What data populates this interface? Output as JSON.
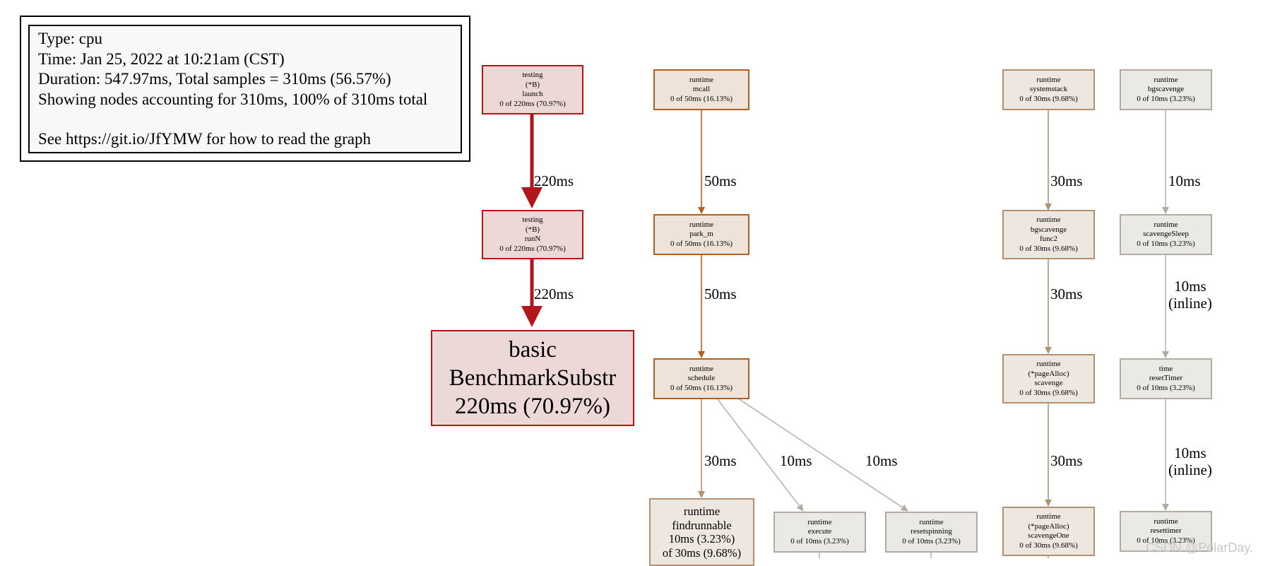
{
  "legend": {
    "type": "Type: cpu",
    "time": "Time: Jan 25, 2022 at 10:21am (CST)",
    "duration": "Duration: 547.97ms, Total samples = 310ms (56.57%)",
    "showing": "Showing nodes accounting for 310ms, 100% of 310ms total",
    "help": "See https://git.io/JfYMW for how to read the graph"
  },
  "colors": {
    "red_fill": "#edd8d8",
    "red_line": "#b2161a",
    "orange_fill": "#ede3d9",
    "orange_line": "#b25f20",
    "tan_fill": "#ede7e0",
    "tan_line": "#b29272",
    "gray_fill": "#ebe9e6",
    "gray_line": "#b2ab9f"
  },
  "nodes": {
    "testing_launch": {
      "l1": "testing",
      "l2": "(*B)",
      "l3": "launch",
      "l4": "0 of 220ms (70.97%)"
    },
    "testing_runN": {
      "l1": "testing",
      "l2": "(*B)",
      "l3": "runN",
      "l4": "0 of 220ms (70.97%)"
    },
    "basic_bench": {
      "l1": "basic",
      "l2": "BenchmarkSubstr",
      "l3": "220ms (70.97%)"
    },
    "runtime_mcall": {
      "l1": "runtime",
      "l2": "mcall",
      "l3": "0 of 50ms (16.13%)"
    },
    "runtime_park_m": {
      "l1": "runtime",
      "l2": "park_m",
      "l3": "0 of 50ms (16.13%)"
    },
    "runtime_schedule": {
      "l1": "runtime",
      "l2": "schedule",
      "l3": "0 of 50ms (16.13%)"
    },
    "runtime_findrunnable": {
      "l1": "runtime",
      "l2": "findrunnable",
      "l3": "10ms (3.23%)",
      "l4": "of 30ms (9.68%)"
    },
    "runtime_execute": {
      "l1": "runtime",
      "l2": "execute",
      "l3": "0 of 10ms (3.23%)"
    },
    "runtime_resetspinning": {
      "l1": "runtime",
      "l2": "resetspinning",
      "l3": "0 of 10ms (3.23%)"
    },
    "runtime_systemstack": {
      "l1": "runtime",
      "l2": "systemstack",
      "l3": "0 of 30ms (9.68%)"
    },
    "runtime_bgscavenge_func2": {
      "l1": "runtime",
      "l2": "bgscavenge",
      "l3": "func2",
      "l4": "0 of 30ms (9.68%)"
    },
    "runtime_pagealloc_scavenge": {
      "l1": "runtime",
      "l2": "(*pageAlloc)",
      "l3": "scavenge",
      "l4": "0 of 30ms (9.68%)"
    },
    "runtime_pagealloc_scavengeone": {
      "l1": "runtime",
      "l2": "(*pageAlloc)",
      "l3": "scavengeOne",
      "l4": "0 of 30ms (9.68%)"
    },
    "runtime_bgscavenge": {
      "l1": "runtime",
      "l2": "bgscavenge",
      "l3": "0 of 10ms (3.23%)"
    },
    "runtime_scavengesleep": {
      "l1": "runtime",
      "l2": "scavengeSleep",
      "l3": "0 of 10ms (3.23%)"
    },
    "time_resettimer": {
      "l1": "time",
      "l2": "resetTimer",
      "l3": "0 of 10ms (3.23%)"
    },
    "runtime_resettimer": {
      "l1": "runtime",
      "l2": "resettimer",
      "l3": "0 of 10ms (3.23%)"
    }
  },
  "edges": {
    "launch_to_runN": "220ms",
    "runN_to_bench": "220ms",
    "mcall_to_park": "50ms",
    "park_to_schedule": "50ms",
    "schedule_to_findrunnable": "30ms",
    "schedule_to_execute": "10ms",
    "schedule_to_resetspinning": "10ms",
    "systemstack_to_func2": "30ms",
    "func2_to_scavenge": "30ms",
    "scavenge_to_scavengeone": "30ms",
    "bgscavenge_to_sleep": "10ms",
    "sleep_to_timer_l1": "10ms",
    "sleep_to_timer_l2": "(inline)",
    "timer_to_resettimer_l1": "10ms",
    "timer_to_resettimer_l2": "(inline)"
  },
  "watermark": "CSDN @PolarDay."
}
